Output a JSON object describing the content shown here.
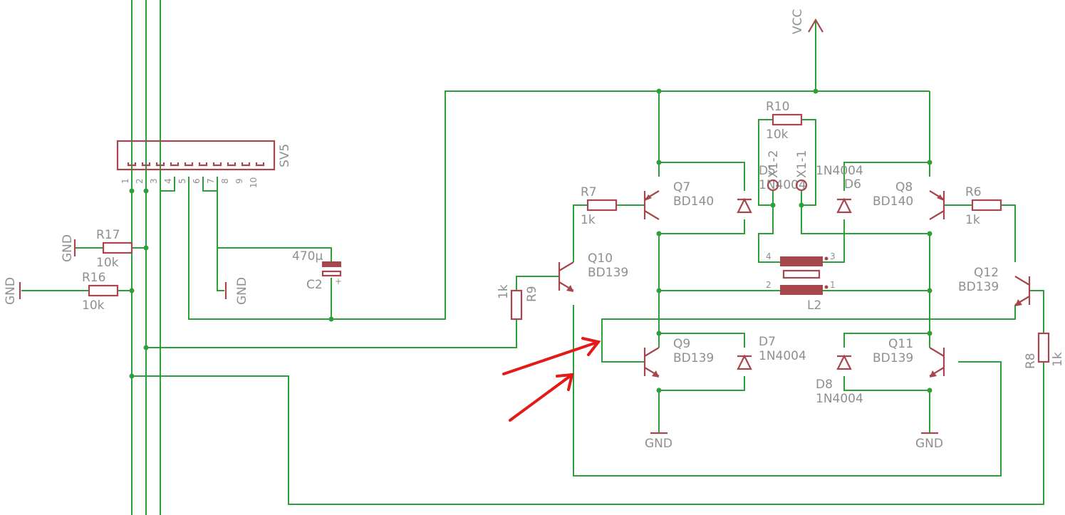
{
  "colors": {
    "wire": "#2ea03a",
    "component": "#a5474c",
    "label": "#8f8f8f",
    "arrow": "#e31a1a"
  },
  "labels": {
    "vcc": "VCC",
    "sv5": "SV5",
    "sv5_pins": [
      "1",
      "2",
      "3",
      "4",
      "5",
      "6",
      "7",
      "8",
      "9",
      "10"
    ],
    "r17_name": "R17",
    "r17_value": "10k",
    "r16_name": "R16",
    "r16_value": "10k",
    "gnd": "GND",
    "c2_name": "C2",
    "c2_value": "470µ",
    "c2_plus": "+",
    "r7_name": "R7",
    "r7_value": "1k",
    "r9_name": "R9",
    "r9_value": "1k",
    "q10_name": "Q10",
    "q10_value": "BD139",
    "q7_name": "Q7",
    "q7_value": "BD140",
    "q8_name": "Q8",
    "q8_value": "BD140",
    "q9_name": "Q9",
    "q9_value": "BD139",
    "q11_name": "Q11",
    "q11_value": "BD139",
    "q12_name": "Q12",
    "q12_value": "BD139",
    "r10_name": "R10",
    "r10_value": "10k",
    "r6_name": "R6",
    "r6_value": "1k",
    "r8_name": "R8",
    "r8_value": "1k",
    "d5_name": "D5",
    "d5_value": "1N4004",
    "d6_name": "D6",
    "d6_value": "1N4004",
    "d7_name": "D7",
    "d7_value": "1N4004",
    "d8_name": "D8",
    "d8_value": "1N4004",
    "x1_2": "X1-2",
    "x1_1": "X1-1",
    "l2_name": "L2",
    "l2_pins": [
      "4",
      "3",
      "2",
      "1"
    ]
  }
}
